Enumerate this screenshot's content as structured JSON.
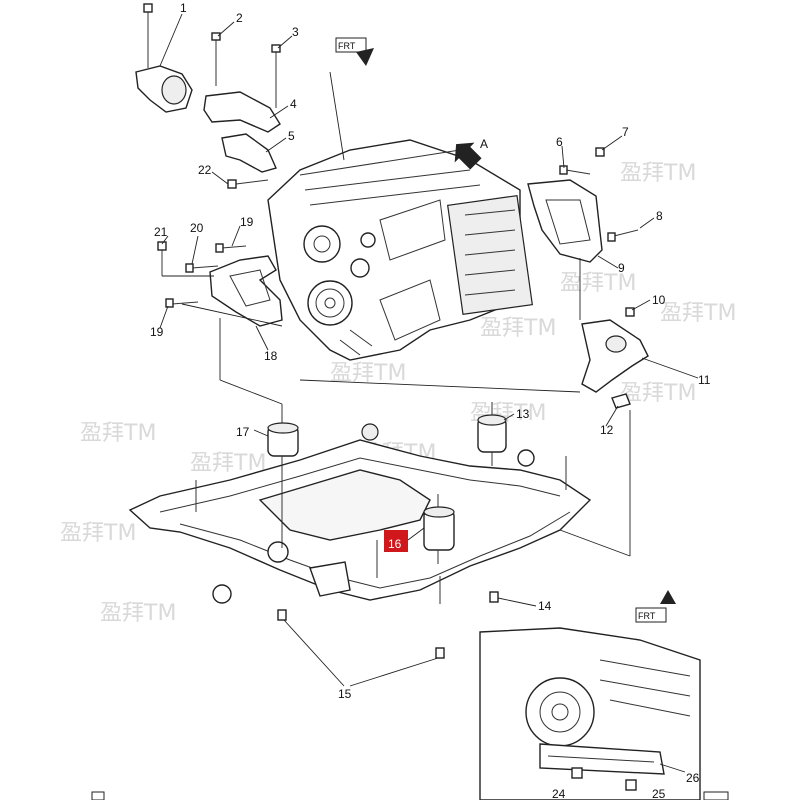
{
  "diagram": {
    "callouts": [
      "1",
      "2",
      "3",
      "4",
      "5",
      "6",
      "7",
      "8",
      "9",
      "10",
      "11",
      "12",
      "13",
      "14",
      "15",
      "16",
      "17",
      "18",
      "19",
      "19",
      "20",
      "21",
      "22",
      "24",
      "25",
      "26"
    ],
    "front_arrow_label": "FRT",
    "view_label": "A",
    "watermark": "盈拜TM",
    "highlight_color": "#d0171b"
  }
}
